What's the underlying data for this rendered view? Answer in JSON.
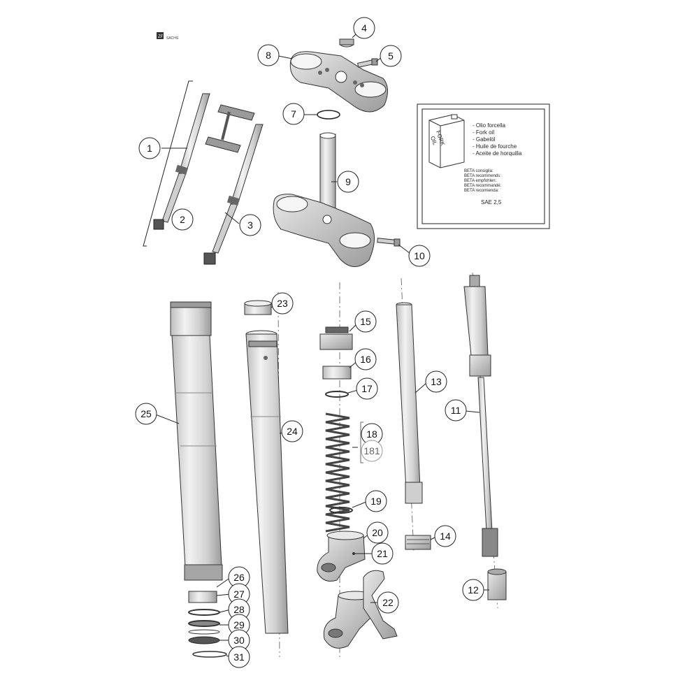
{
  "logo": {
    "mark": "ZF",
    "brand": "SACHS"
  },
  "callouts": {
    "c1": "1",
    "c2": "2",
    "c3": "3",
    "c4": "4",
    "c5": "5",
    "c7": "7",
    "c8": "8",
    "c9": "9",
    "c10": "10",
    "c11": "11",
    "c12": "12",
    "c13": "13",
    "c14": "14",
    "c15": "15",
    "c16": "16",
    "c17": "17",
    "c18": "18",
    "c181": "181",
    "c19": "19",
    "c20": "20",
    "c21": "21",
    "c22": "22",
    "c23": "23",
    "c24": "24",
    "c25": "25",
    "c26": "26",
    "c27": "27",
    "c28": "28",
    "c29": "29",
    "c30": "30",
    "c31": "31"
  },
  "oil_box": {
    "can_label_line1": "FORK",
    "can_label_line2": "OIL",
    "names": [
      "- Olio forcella",
      "- Fork oil",
      "- Gabelöl",
      "- Huile de fourche",
      "- Aceite de horquilla"
    ],
    "recommend": [
      "BETA consiglia:",
      "BETA recommends:",
      "BETA empfohlen:",
      "BETA recommandé:",
      "BETA recomienda:"
    ],
    "grade": "SAE 2,5"
  },
  "colors": {
    "line": "#222222",
    "part_fill": "#d9d9d9",
    "part_dark": "#8a8a8a",
    "background": "#ffffff"
  }
}
